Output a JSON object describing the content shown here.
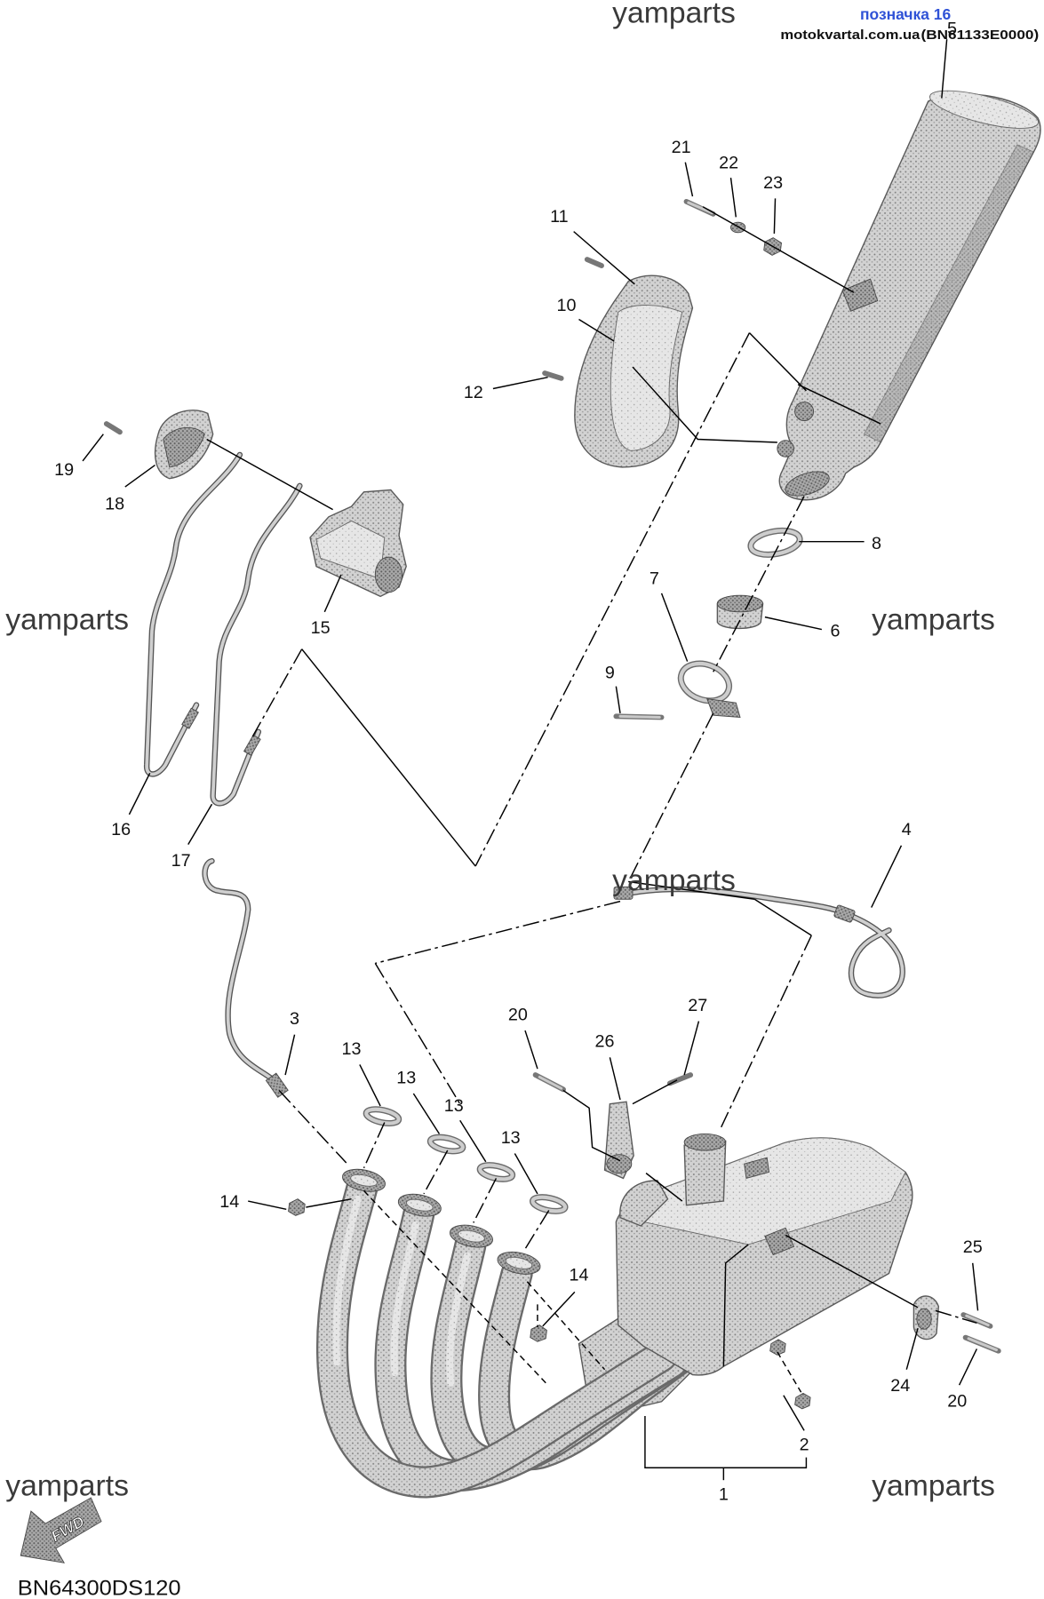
{
  "header": {
    "mark_label": "позначка 16",
    "site": "motokvartal.com.ua",
    "part_number": "(BN61133E0000)"
  },
  "watermark": "yamparts",
  "callouts": [
    "5",
    "21",
    "22",
    "23",
    "11",
    "10",
    "12",
    "19",
    "18",
    "15",
    "8",
    "7",
    "6",
    "9",
    "16",
    "17",
    "4",
    "3",
    "20",
    "27",
    "26",
    "13",
    "13",
    "13",
    "13",
    "14",
    "14",
    "25",
    "24",
    "20",
    "2",
    "1"
  ],
  "diagram_code": "BN64300DS120",
  "fwd_label": "FWD",
  "icons": {
    "direction": "fwd-arrow-icon"
  },
  "colors": {
    "mark_label_blue": "#2f52d6",
    "part_gray": "#d2d2d2",
    "line": "#000000"
  }
}
